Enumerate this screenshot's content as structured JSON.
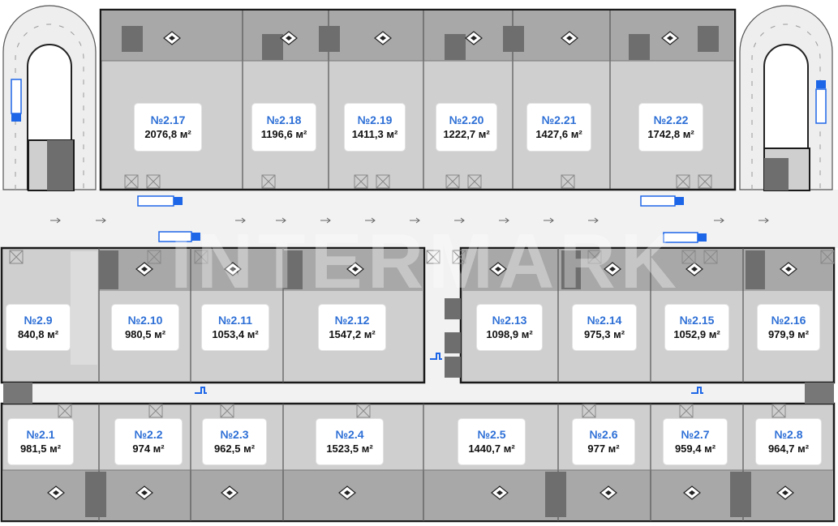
{
  "plan": {
    "watermark": "INTERMARK",
    "units": [
      {
        "id": "2.17",
        "num": "№2.17",
        "area": "2076,8 м²"
      },
      {
        "id": "2.18",
        "num": "№2.18",
        "area": "1196,6 м²"
      },
      {
        "id": "2.19",
        "num": "№2.19",
        "area": "1411,3 м²"
      },
      {
        "id": "2.20",
        "num": "№2.20",
        "area": "1222,7 м²"
      },
      {
        "id": "2.21",
        "num": "№2.21",
        "area": "1427,6 м²"
      },
      {
        "id": "2.22",
        "num": "№2.22",
        "area": "1742,8 м²"
      },
      {
        "id": "2.9",
        "num": "№2.9",
        "area": "840,8 м²"
      },
      {
        "id": "2.10",
        "num": "№2.10",
        "area": "980,5 м²"
      },
      {
        "id": "2.11",
        "num": "№2.11",
        "area": "1053,4 м²"
      },
      {
        "id": "2.12",
        "num": "№2.12",
        "area": "1547,2 м²"
      },
      {
        "id": "2.13",
        "num": "№2.13",
        "area": "1098,9 м²"
      },
      {
        "id": "2.14",
        "num": "№2.14",
        "area": "975,3 м²"
      },
      {
        "id": "2.15",
        "num": "№2.15",
        "area": "1052,9 м²"
      },
      {
        "id": "2.16",
        "num": "№2.16",
        "area": "979,9 м²"
      },
      {
        "id": "2.1",
        "num": "№2.1",
        "area": "981,5 м²"
      },
      {
        "id": "2.2",
        "num": "№2.2",
        "area": "974 м²"
      },
      {
        "id": "2.3",
        "num": "№2.3",
        "area": "962,5 м²"
      },
      {
        "id": "2.4",
        "num": "№2.4",
        "area": "1523,5 м²"
      },
      {
        "id": "2.5",
        "num": "№2.5",
        "area": "1440,7 м²"
      },
      {
        "id": "2.6",
        "num": "№2.6",
        "area": "977 м²"
      },
      {
        "id": "2.7",
        "num": "№2.7",
        "area": "959,4 м²"
      },
      {
        "id": "2.8",
        "num": "№2.8",
        "area": "964,7 м²"
      }
    ],
    "colors": {
      "unit_fill": "#cfcfcf",
      "dock_fill": "#a8a8a8",
      "road_fill": "#f2f2f2",
      "wall": "#1a1a1a",
      "accent": "#2d6fd6",
      "truck": "#1e66e8"
    },
    "icons": {
      "truck": "truck-icon",
      "loading": "loading-dock-icon",
      "forklift": "forklift-icon",
      "stairs": "stairs-icon"
    }
  }
}
